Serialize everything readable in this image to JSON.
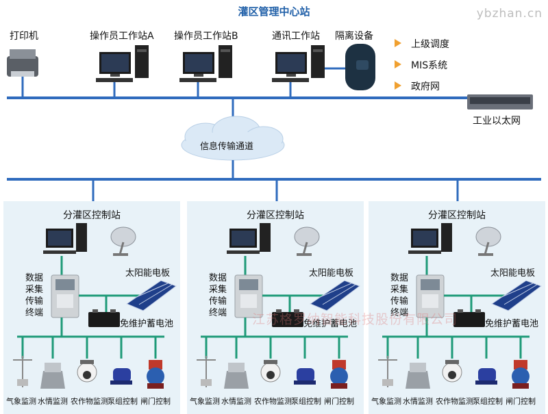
{
  "header": {
    "title": "灌区管理中心站",
    "watermark": "ybzhan.cn"
  },
  "top_devices": {
    "printer": "打印机",
    "operator_a": "操作员工作站A",
    "operator_b": "操作员工作站B",
    "comm": "通讯工作站",
    "isolation": "隔离设备"
  },
  "external_links": [
    "上级调度",
    "MIS系统",
    "政府网"
  ],
  "ethernet_label": "工业以太网",
  "cloud_label": "信息传输通道",
  "sub_stations": [
    {
      "title": "分灌区控制站",
      "dtu_label": [
        "数据",
        "采集",
        "传输",
        "终端"
      ],
      "solar_label": "太阳能电板",
      "battery_label": "免维护蓄电池",
      "monitors": [
        "气象监测",
        "水情监测",
        "农作物监测",
        "泵组控制",
        "闸门控制"
      ]
    },
    {
      "title": "分灌区控制站",
      "dtu_label": [
        "数据",
        "采集",
        "传输",
        "终端"
      ],
      "solar_label": "太阳能电板",
      "battery_label": "免维护蓄电池",
      "monitors": [
        "气象监测",
        "水情监测",
        "农作物监测",
        "泵组控制",
        "闸门控制"
      ]
    },
    {
      "title": "分灌区控制站",
      "dtu_label": [
        "数据",
        "采集",
        "传输",
        "终端"
      ],
      "solar_label": "太阳能电板",
      "battery_label": "免维护蓄电池",
      "monitors": [
        "气象监测",
        "水情监测",
        "农作物监测",
        "泵组控制",
        "闸门控制"
      ]
    }
  ],
  "company_watermark": "江苏格罗纳智能科技股份有限公司",
  "colors": {
    "bus": "#2f6bbd",
    "green_line": "#1e9a78",
    "arrow": "#f0a030",
    "panel": "#e8f2f8"
  }
}
